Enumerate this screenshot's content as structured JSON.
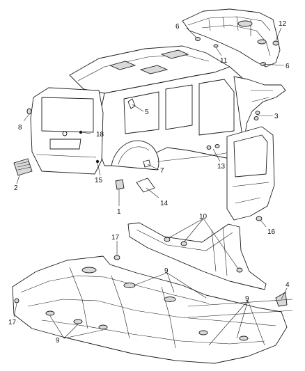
{
  "callouts": [
    {
      "id": "c1",
      "text": "1"
    },
    {
      "id": "c2",
      "text": "2"
    },
    {
      "id": "c3",
      "text": "3"
    },
    {
      "id": "c4",
      "text": "4"
    },
    {
      "id": "c5",
      "text": "5"
    },
    {
      "id": "c6a",
      "text": "6"
    },
    {
      "id": "c6b",
      "text": "6"
    },
    {
      "id": "c7",
      "text": "7"
    },
    {
      "id": "c8",
      "text": "8"
    },
    {
      "id": "c9a",
      "text": "9"
    },
    {
      "id": "c9b",
      "text": "9"
    },
    {
      "id": "c9c",
      "text": "9"
    },
    {
      "id": "c10",
      "text": "10"
    },
    {
      "id": "c11",
      "text": "11"
    },
    {
      "id": "c12",
      "text": "12"
    },
    {
      "id": "c13",
      "text": "13"
    },
    {
      "id": "c14",
      "text": "14"
    },
    {
      "id": "c15",
      "text": "15"
    },
    {
      "id": "c16",
      "text": "16"
    },
    {
      "id": "c17a",
      "text": "17"
    },
    {
      "id": "c17b",
      "text": "17"
    },
    {
      "id": "c18",
      "text": "18"
    }
  ]
}
